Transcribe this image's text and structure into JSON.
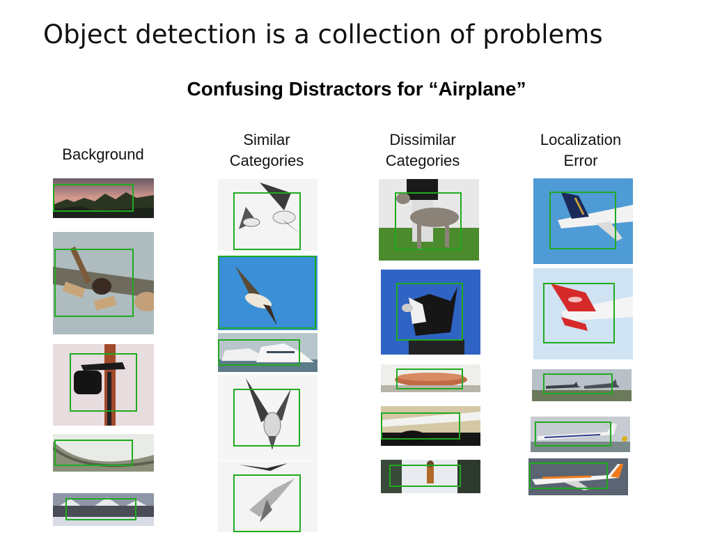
{
  "slide": {
    "title": "Object detection is a collection of problems",
    "subtitle": "Confusing Distractors for “Airplane”"
  },
  "columns": [
    {
      "id": "background",
      "label": "Background"
    },
    {
      "id": "similar",
      "label": "Similar\nCategories"
    },
    {
      "id": "dissimilar",
      "label": "Dissimilar\nCategories"
    },
    {
      "id": "localization",
      "label": "Localization\nError"
    }
  ],
  "images": {
    "background": [
      "sunset-treeline",
      "propeller-plank",
      "bike-seat-bag",
      "cat-tail",
      "snowy-village"
    ],
    "similar": [
      "two-gulls",
      "gull-blue-sky",
      "yachts",
      "gull-white-sky",
      "gull-overhead"
    ],
    "dissimilar": [
      "dog-grass",
      "dog-blue-sky",
      "flowerpot",
      "cat-sill",
      "person-snow"
    ],
    "localization": [
      "jet-tail",
      "jet2-plane",
      "jets-runway",
      "small-jet",
      "easyjet-landing"
    ]
  },
  "colors": {
    "detection_box": "#1faa1f"
  }
}
